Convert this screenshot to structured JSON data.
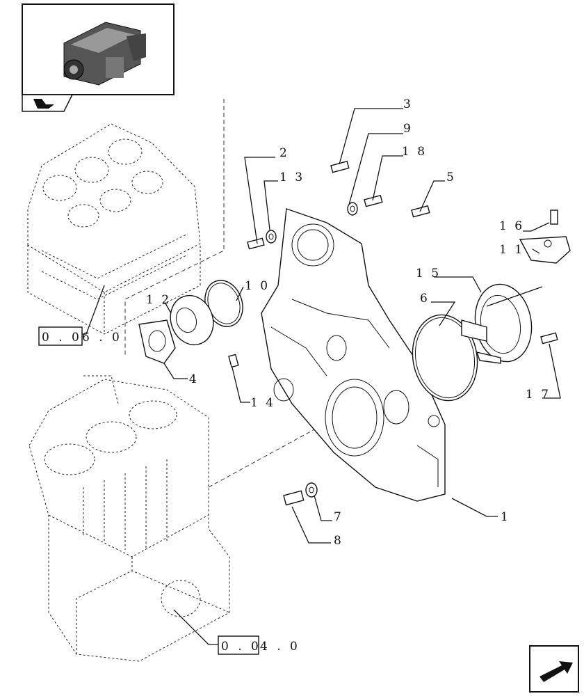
{
  "callouts": [
    {
      "id": "1",
      "label": "1"
    },
    {
      "id": "2",
      "label": "2"
    },
    {
      "id": "3",
      "label": "3"
    },
    {
      "id": "4",
      "label": "4"
    },
    {
      "id": "5",
      "label": "5"
    },
    {
      "id": "6",
      "label": "6"
    },
    {
      "id": "7",
      "label": "7"
    },
    {
      "id": "8",
      "label": "8"
    },
    {
      "id": "9",
      "label": "9"
    },
    {
      "id": "10",
      "label": "1 0"
    },
    {
      "id": "11",
      "label": "1 1"
    },
    {
      "id": "12",
      "label": "1 2"
    },
    {
      "id": "13",
      "label": "1 3"
    },
    {
      "id": "14",
      "label": "1 4"
    },
    {
      "id": "15",
      "label": "1 5"
    },
    {
      "id": "16",
      "label": "1 6"
    },
    {
      "id": "17",
      "label": "1 7"
    },
    {
      "id": "18",
      "label": "1 8"
    }
  ],
  "refs": {
    "head_ref_boxed": "0 . 0",
    "head_ref_rest": "6 . 0",
    "block_ref_boxed": "0 . 0",
    "block_ref_rest": "4 . 0"
  },
  "icons": {
    "thumbnail": "engine-thumbnail-icon",
    "book": "book-tab-icon",
    "next": "next-page-arrow-icon"
  }
}
